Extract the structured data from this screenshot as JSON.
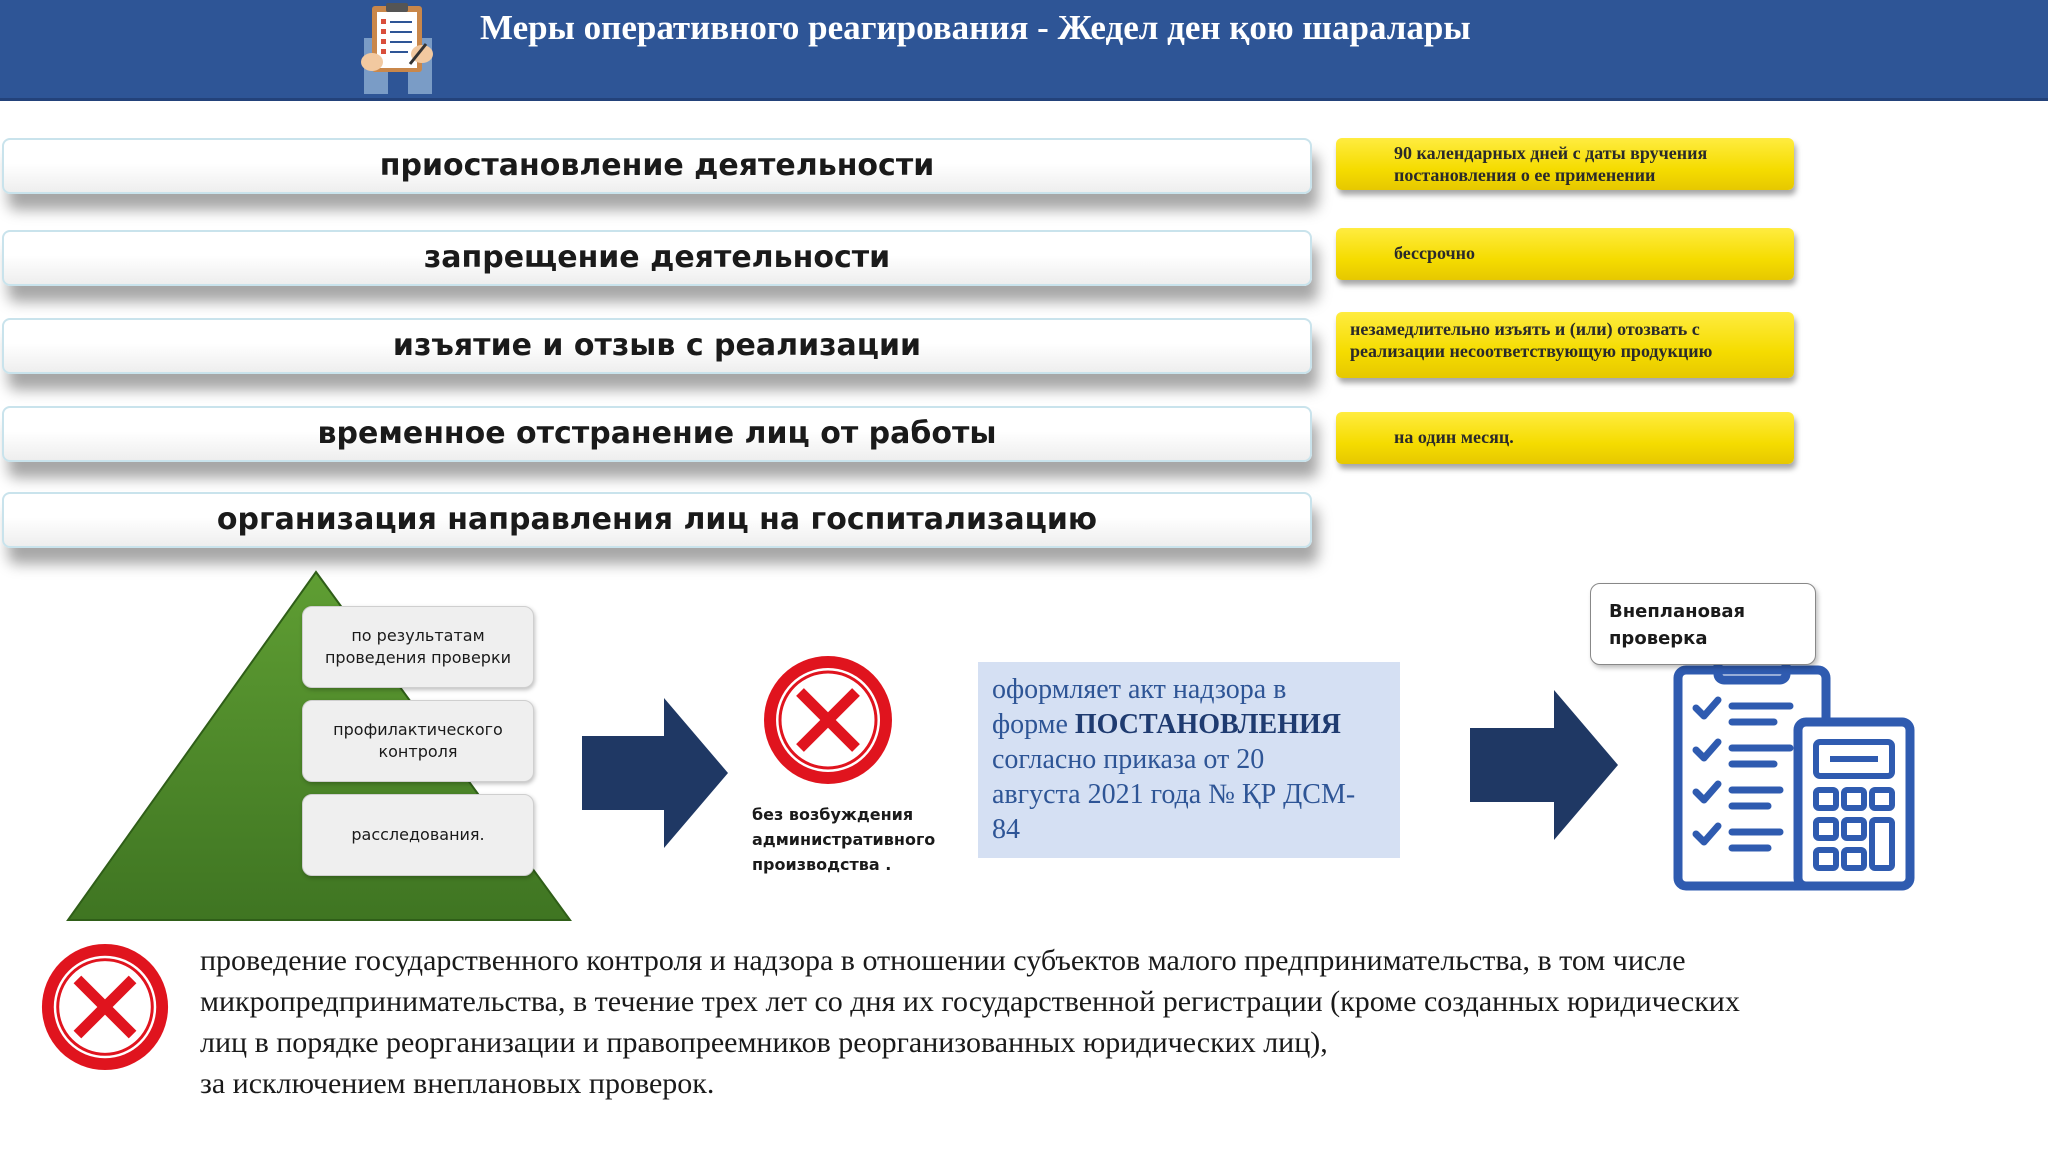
{
  "header": {
    "title": "Меры оперативного реагирования - Жедел ден қою шаралары",
    "icon": "clipboard-checklist-icon",
    "background": "#2e5596"
  },
  "measures": [
    "приостановление деятельности",
    "запрещение деятельности",
    "изъятие и отзыв с реализации",
    "временное отстранение лиц от работы",
    "организация направления лиц на госпитализацию"
  ],
  "notes": [
    {
      "line1": "90 календарных дней с даты вручения",
      "line2": "постановления о ее применении"
    },
    {
      "line1": "бессрочно",
      "line2": ""
    },
    {
      "line1": "незамедлительно изъять и (или) отозвать с",
      "line2": "реализации несоответствующую продукцию"
    },
    {
      "line1": "на один месяц.",
      "line2": ""
    }
  ],
  "pyramid": {
    "items": [
      {
        "line1": "по результатам",
        "line2": "проведения проверки"
      },
      {
        "line1": "профилактического",
        "line2": "контроля"
      },
      {
        "line1": "расследования.",
        "line2": ""
      }
    ],
    "color": "#4e8a2c"
  },
  "no_admin": {
    "icon": "prohibited-icon",
    "line1": "без возбуждения",
    "line2": "административного",
    "line3": "производства ."
  },
  "act": {
    "line1": "оформляет акт надзора в",
    "line2_prefix": "форме ",
    "line2_bold": "ПОСТАНОВЛЕНИЯ",
    "line3": "согласно приказа  от 20",
    "line4": "августа 2021 года № ҚР ДСМ-",
    "line5": "84"
  },
  "unplanned": {
    "line1": "Внеплановая",
    "line2": "проверка",
    "icon": "checklist-calculator-icon"
  },
  "bottom": {
    "icon": "prohibited-icon",
    "line1": "проведение государственного контроля и надзора в отношении субъектов малого предпринимательства, в том числе",
    "line2": "микропредпринимательства, в течение трех лет со дня их государственной регистрации (кроме созданных юридических",
    "line3": "лиц в порядке реорганизации и правопреемников реорганизованных юридических лиц),",
    "line4": "за исключением внеплановых проверок."
  },
  "colors": {
    "accent_blue": "#2e5596",
    "arrow": "#1f3864",
    "note_yellow": "#f5dc00",
    "prohibited_red": "#e0141e",
    "icon_blue": "#2f5bb0"
  }
}
